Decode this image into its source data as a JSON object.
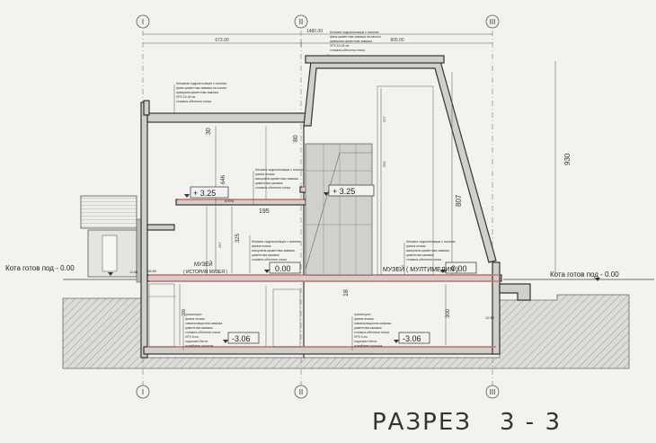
{
  "drawing": {
    "title": "РАЗРЕЗ",
    "section_id": "3 - 3",
    "axes": [
      "I",
      "II",
      "III"
    ],
    "overall_dims": {
      "top_total": "1480.00",
      "top_left": "673.00",
      "top_right": "805.00"
    },
    "height_dims": {
      "total": "930",
      "atrium": "807",
      "room_upper": "325",
      "stair": "646",
      "low_left": "300",
      "low_right": "300"
    },
    "small_dims": {
      "d1": "195",
      "d2": "30",
      "d3": "80",
      "d4": "18",
      "d5": "297",
      "d6": "227",
      "d7": "202"
    },
    "level_labels": {
      "left_ground_a": "Кота готов под - 0.00",
      "right_ground": "Кота готов под - 0.00"
    },
    "elevations": {
      "upper_left": "+ 3.25",
      "upper_center": "+ 3.25",
      "mid_left": "0.00",
      "mid_right": "0.00",
      "lower_left": "-3.06",
      "lower_right": "-3.06",
      "side_a": "-0.40",
      "side_b": "16.60",
      "side_c": "12.50"
    },
    "rooms": {
      "left_museum_line1": "МУЗЕЙ",
      "left_museum_line2": "( ИСТОРИЯ МУЗЕЯ )",
      "right_museum": "МУЗЕЙ ( МУЛТИМЕДИЯ )",
      "upper_left_room": "КЛУБ"
    },
    "callouts": {
      "roof_left": [
        "битумная хидроизолация с посипка",
        "фина циментова замазка на хкосни",
        "армирана циментова замазка",
        "XPS 15-18 см",
        "стомана-обетонна плоча"
      ],
      "roof_top": [
        "битумна хидроизолация с посипка",
        "фина циментова замазка на наклон",
        "армирана циментова замазка",
        "XPS 15-18 см",
        "стомана-обетонна плоча"
      ],
      "mid_floor": [
        "битумна хидроизолация с посипка",
        "финна пескак",
        "изкърпена циментова замазка",
        "циментова замазка",
        "стомана-обетонна плоча"
      ],
      "left_floor": [
        "битумна хидроизолация с посипка",
        "финна пескак",
        "изкърпена циментова замазка",
        "циментова замазка",
        "стомана-обетонна плоча"
      ],
      "right_floor": [
        "битумна хидроизолация с посипка",
        "финна пескак",
        "изкърпена циментова замазка",
        "циментова замазка",
        "стомана-обетонна плоча"
      ],
      "bottom_left": [
        "гранитогрес",
        "финна пескак",
        "хивоизолационна замазка",
        "циментова замазка",
        "стомана-обетонна плоча",
        "XPS 8 см",
        "подложен бетон",
        "трамбован трошляк"
      ],
      "bottom_right": [
        "гранитогрес",
        "финна пескак",
        "хивоизолационна замазка",
        "циментова замазка",
        "стомана-обетонна плоча",
        "XPS 8 см",
        "подложен бетон",
        "трамбован трошляк"
      ]
    },
    "colors": {
      "paper": "#f3f2ee",
      "line": "#3a3a3a",
      "slab_accent": "#d9776f",
      "ground": "#d4d4d0",
      "glass": "#cfcfcf"
    }
  }
}
